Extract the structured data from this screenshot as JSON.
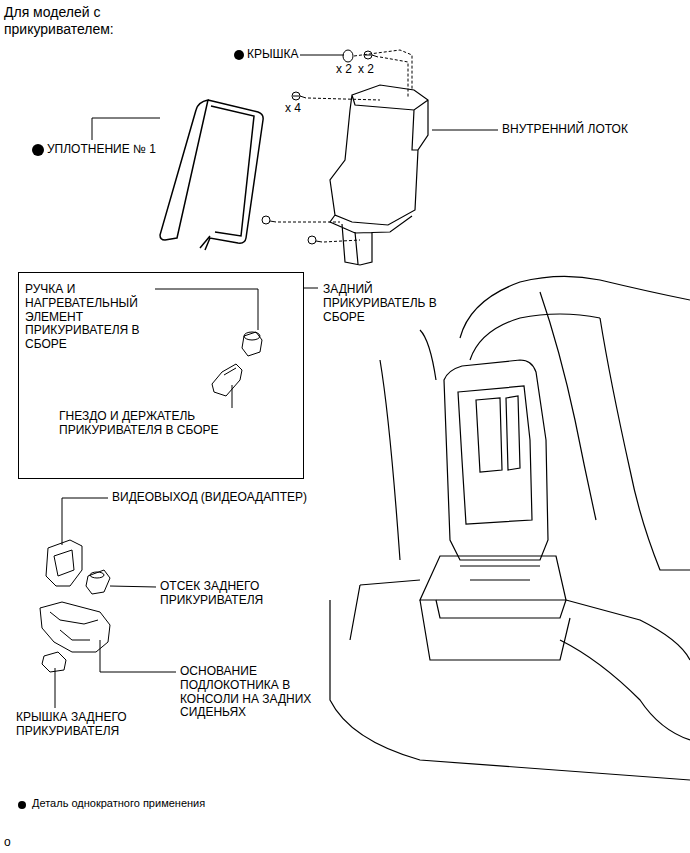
{
  "diagram": {
    "title": "Для моделей с прикуривателем:",
    "nodes": [
      {
        "text": [
          "ЗАДНИЙ ПРИКУРИВАТЕЛЬ В СБОРЕ",
          "РУЧКА И НАГРЕВАТЕЛЬНЫЙ ЭЛЕМЕНТ ПРИКУРИВАТЕЛЯ В СБОРЕ",
          "ГНЕЗДО И ДЕРЖАТЕЛЬ ПРИКУРИВАТЕЛЯ В СБОРЕ"
        ]
      }
    ],
    "edges": [],
    "labels": [
      "КРЫШКА",
      "x 2",
      "x 2",
      "x 4",
      "УПЛОТНЕНИЕ № 1",
      "ВНУТРЕННИЙ ЛОТОК",
      "ВИДЕОВЫХОД (ВИДЕОАДАПТЕР)",
      "ОТСЕК ЗАДНЕГО ПРИКУРИВАТЕЛЯ",
      "ОСНОВАНИЕ ПОДЛОКОТНИКА В КОНСОЛИ НА ЗАДНИХ СИДЕНЬЯХ",
      "КРЫШКА ЗАДНЕГО ПРИКУРИВАТЕЛЯ",
      "o"
    ],
    "legend": [
      {
        "text": "Деталь однократного применения"
      }
    ]
  }
}
